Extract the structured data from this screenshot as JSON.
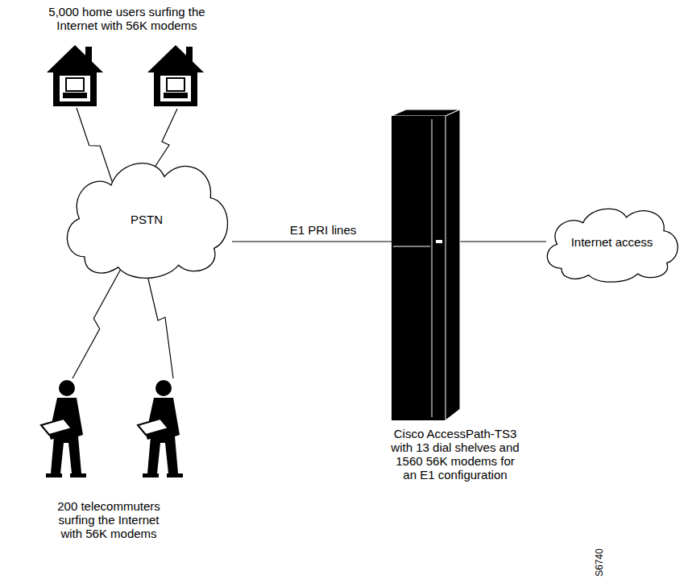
{
  "diagram": {
    "nodes": [
      {
        "text": [
          "5,000 home users surfing the Internet with 56K modems"
        ]
      },
      {
        "text": [
          "PSTN"
        ]
      },
      {
        "text": [
          "Cisco AccessPath-TS3 with 13 dial shelves and 1560 56K modems for an E1 configuration"
        ]
      },
      {
        "text": [
          "Internet access"
        ]
      },
      {
        "text": [
          "200 telecommuters surfing the Internet with 56K modems"
        ]
      }
    ],
    "edges": [
      {
        "from": 0,
        "to": 1,
        "arrow": "none"
      },
      {
        "from": 1,
        "to": 2,
        "label": "E1 PRI lines",
        "arrow": "none"
      },
      {
        "from": 2,
        "to": 3,
        "arrow": "none"
      },
      {
        "from": 4,
        "to": 1,
        "arrow": "none"
      }
    ],
    "labels": [
      "S6740"
    ]
  }
}
